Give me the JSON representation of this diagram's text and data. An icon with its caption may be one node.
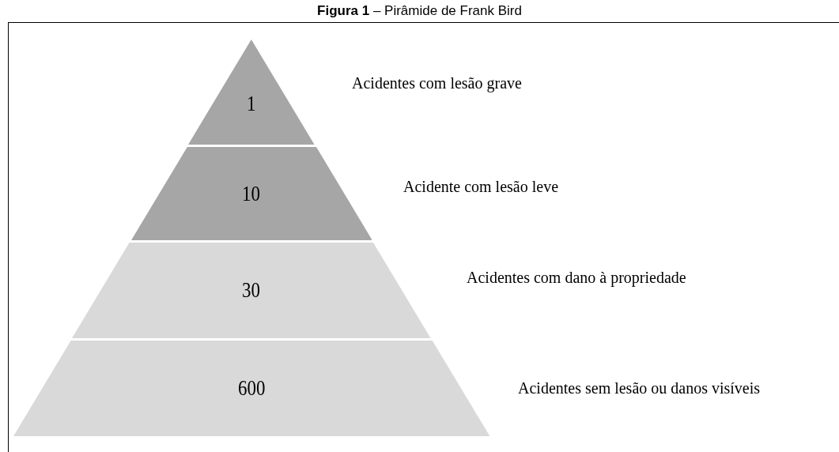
{
  "diagram": {
    "title": "**Figura 1** – Pirâmide de Frank Bird",
    "nodes": [
      {
        "text": [
          "1"
        ],
        "beside": [
          "Acidentes com lesão grave"
        ]
      },
      {
        "text": [
          "10"
        ],
        "beside": [
          "Acidente com lesão leve"
        ]
      },
      {
        "text": [
          "30"
        ],
        "beside": [
          "Acidentes com dano à propriedade"
        ]
      },
      {
        "text": [
          "600"
        ],
        "beside": [
          "Acidentes sem lesão ou danos visíveis"
        ]
      }
    ]
  }
}
